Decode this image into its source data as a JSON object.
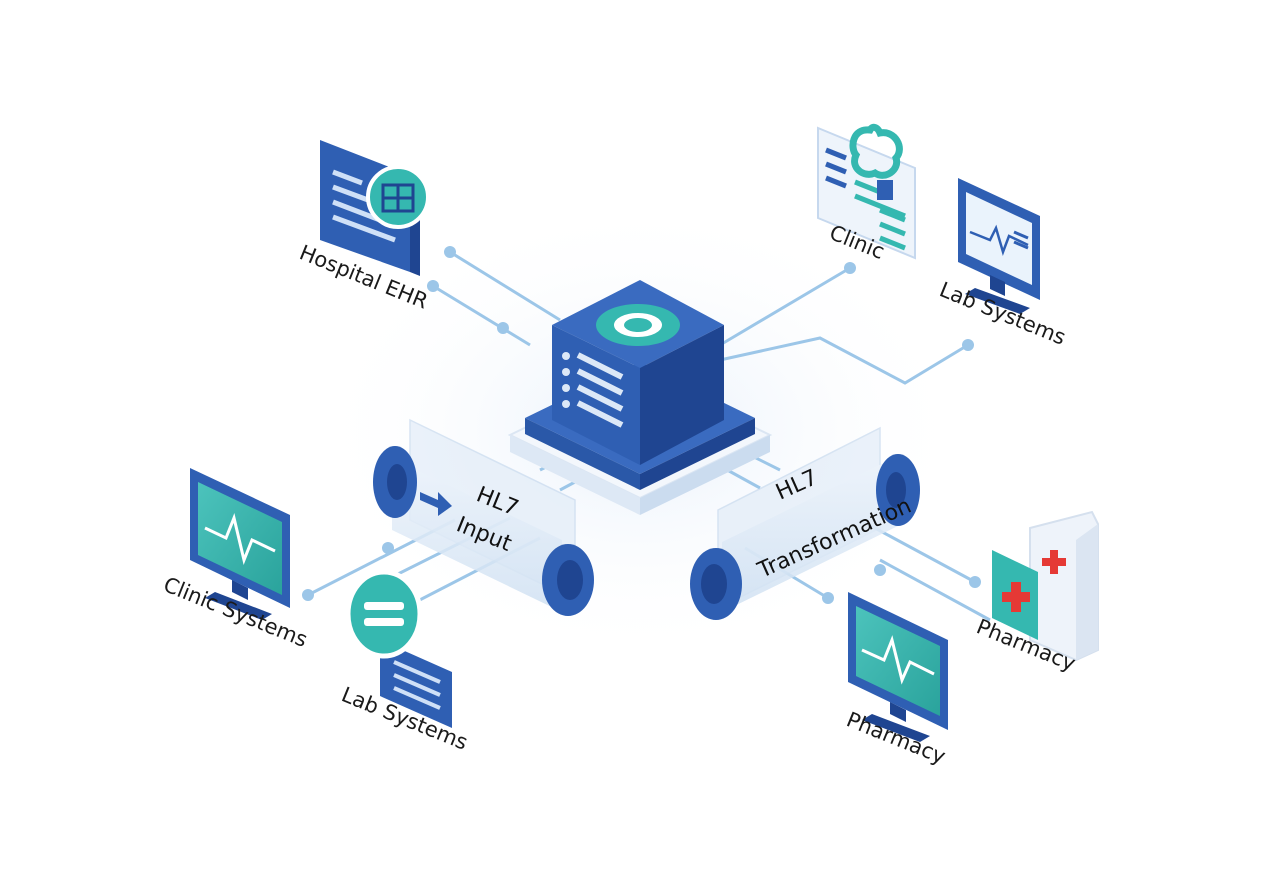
{
  "labels": {
    "hospital_ehr": "Hospital EHR",
    "clinic": "Clinic",
    "lab_systems_top": "Lab Systems",
    "clinic_systems": "Clinic Systems",
    "lab_systems_bottom": "Lab Systems",
    "pharmacy_bottom": "Pharmacy",
    "pharmacy_right": "Pharmacy",
    "pipe_input_line1": "HL7",
    "pipe_input_line2": "Input",
    "pipe_transform_line1": "HL7",
    "pipe_transform_line2": "Transformation"
  },
  "colors": {
    "primary_blue": "#2f5fb3",
    "dark_blue": "#1f4591",
    "teal": "#35b8b0",
    "line_blue": "#9cc6e8",
    "red_cross": "#e53935"
  },
  "icons": {
    "hub": "server-hub-icon",
    "hospital_ehr": "hospital-document-icon",
    "clinic": "clinic-form-icon",
    "lab_top": "lab-monitor-icon",
    "clinic_systems": "heartbeat-monitor-icon",
    "lab_bottom": "lab-document-icon",
    "pharmacy_bottom": "heartbeat-monitor-icon",
    "pharmacy_right": "medical-cross-icon"
  }
}
